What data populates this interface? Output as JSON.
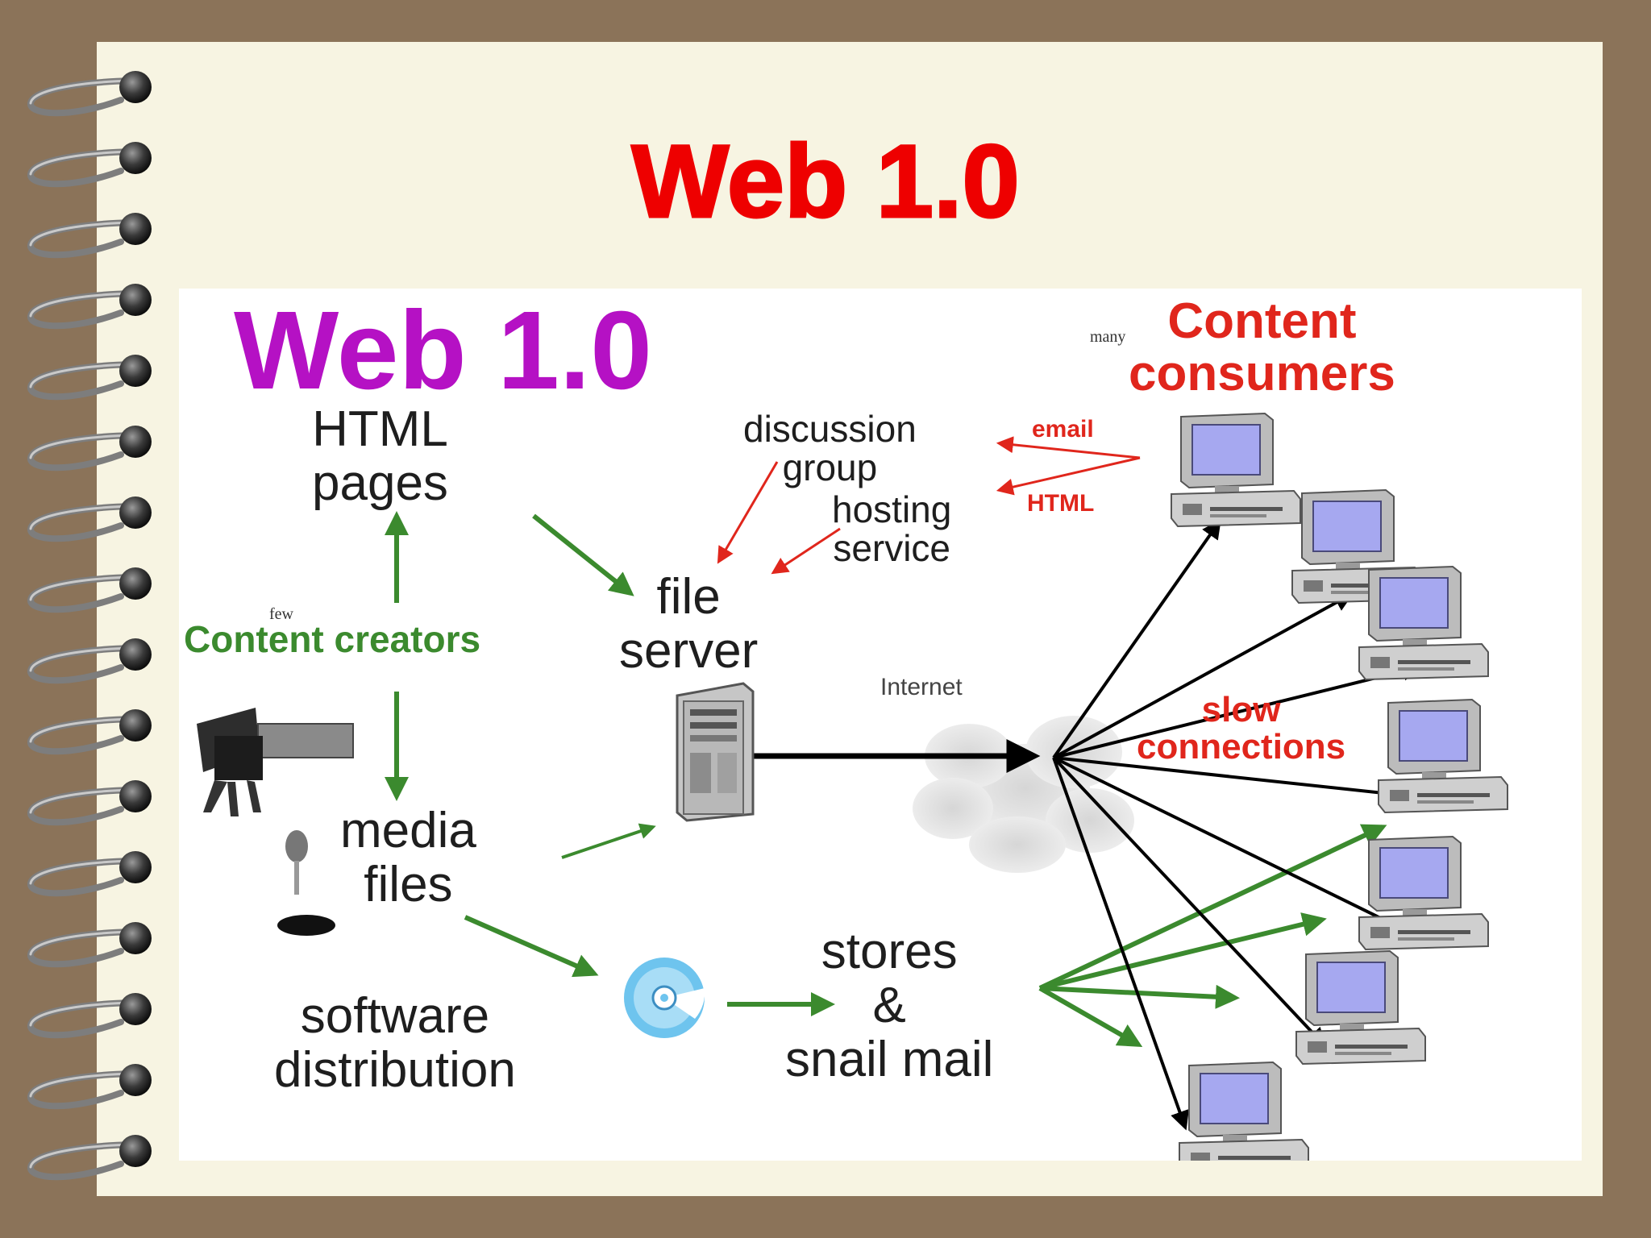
{
  "slide": {
    "title": "Web 1.0"
  },
  "diagram": {
    "title": "Web 1.0",
    "creators": {
      "qualifier": "few",
      "label": "Content creators"
    },
    "html_pages": "HTML\npages",
    "media_files": "media\nfiles",
    "software_distribution": "software\ndistribution",
    "file_server": "file\nserver",
    "discussion_group": "discussion\ngroup",
    "hosting_service": "hosting\nservice",
    "email": "email",
    "html_tag": "HTML",
    "internet": "Internet",
    "stores": "stores\n&\nsnail mail",
    "consumers": {
      "qualifier": "many",
      "label": "Content\nconsumers"
    },
    "slow_connections": "slow\nconnections"
  },
  "icons": [
    "spiral-binding-ring-icon",
    "video-camera-icon",
    "microphone-icon",
    "server-tower-icon",
    "cd-disc-icon",
    "internet-cloud-icon",
    "desktop-computer-icon"
  ],
  "colors": {
    "slide_title": "#ee0000",
    "diagram_title": "#b511c4",
    "green_arrow": "#3b8a2e",
    "red_label": "#e0261c",
    "frame": "#8b7359",
    "paper": "#f7f4e2",
    "monitor_screen": "#a6a8f0"
  }
}
